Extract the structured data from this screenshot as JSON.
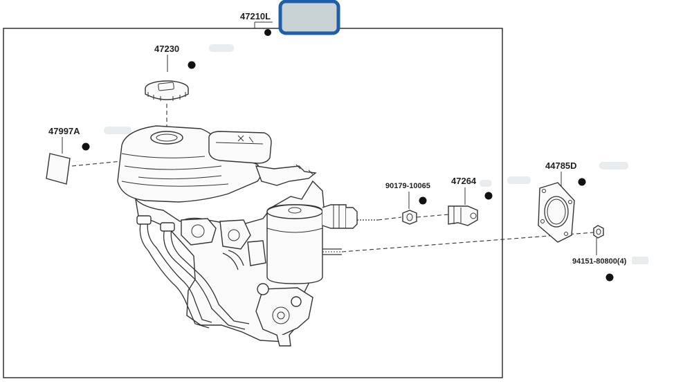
{
  "diagram": {
    "parts": [
      {
        "id": "master-cylinder-assembly",
        "code": "47210L"
      },
      {
        "id": "reservoir-cap",
        "code": "47230"
      },
      {
        "id": "label",
        "code": "47997A"
      },
      {
        "id": "nut",
        "code": "90179-10065"
      },
      {
        "id": "bracket",
        "code": "47264"
      },
      {
        "id": "gasket",
        "code": "44785D"
      },
      {
        "id": "hex-nut",
        "code": "94151-80800(4)"
      }
    ]
  },
  "colors": {
    "selection_border": "#1f5fa6",
    "selection_fill": "#c9d3d6",
    "highlight_pill": "#e8ecee",
    "line": "#333333"
  }
}
